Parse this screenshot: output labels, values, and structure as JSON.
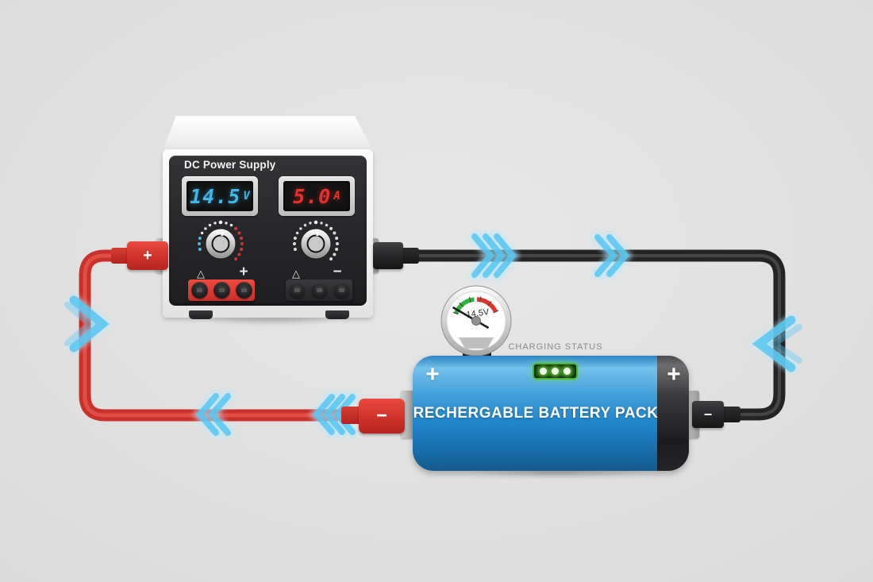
{
  "power_supply": {
    "title": "DC Power Supply",
    "voltmeter": {
      "value": "14.5",
      "unit": "V"
    },
    "ammeter": {
      "value": "5.0",
      "unit": "A"
    },
    "left_output": {
      "ground_symbol": "△",
      "polarity_symbol": "+"
    },
    "right_output": {
      "ground_symbol": "△",
      "polarity_symbol": "−"
    }
  },
  "plugs": {
    "supply_positive": "+",
    "battery_negative_left": "−",
    "battery_negative_right": "−"
  },
  "gauge": {
    "reading": "14.5V"
  },
  "battery": {
    "status_label": "CHARGING STATUS",
    "label": "RECHERGABLE BATTERY PACK",
    "body_polarity": "+",
    "cap_polarity": "+",
    "led_count": 3
  },
  "colors": {
    "voltage_display": "#41b7e8",
    "current_display": "#e8312a",
    "battery_blue": "#2e8fd0",
    "wire_red": "#cc322c",
    "wire_black": "#232323",
    "arrow_blue": "#5fc8f2",
    "led_green": "#63d23d"
  }
}
